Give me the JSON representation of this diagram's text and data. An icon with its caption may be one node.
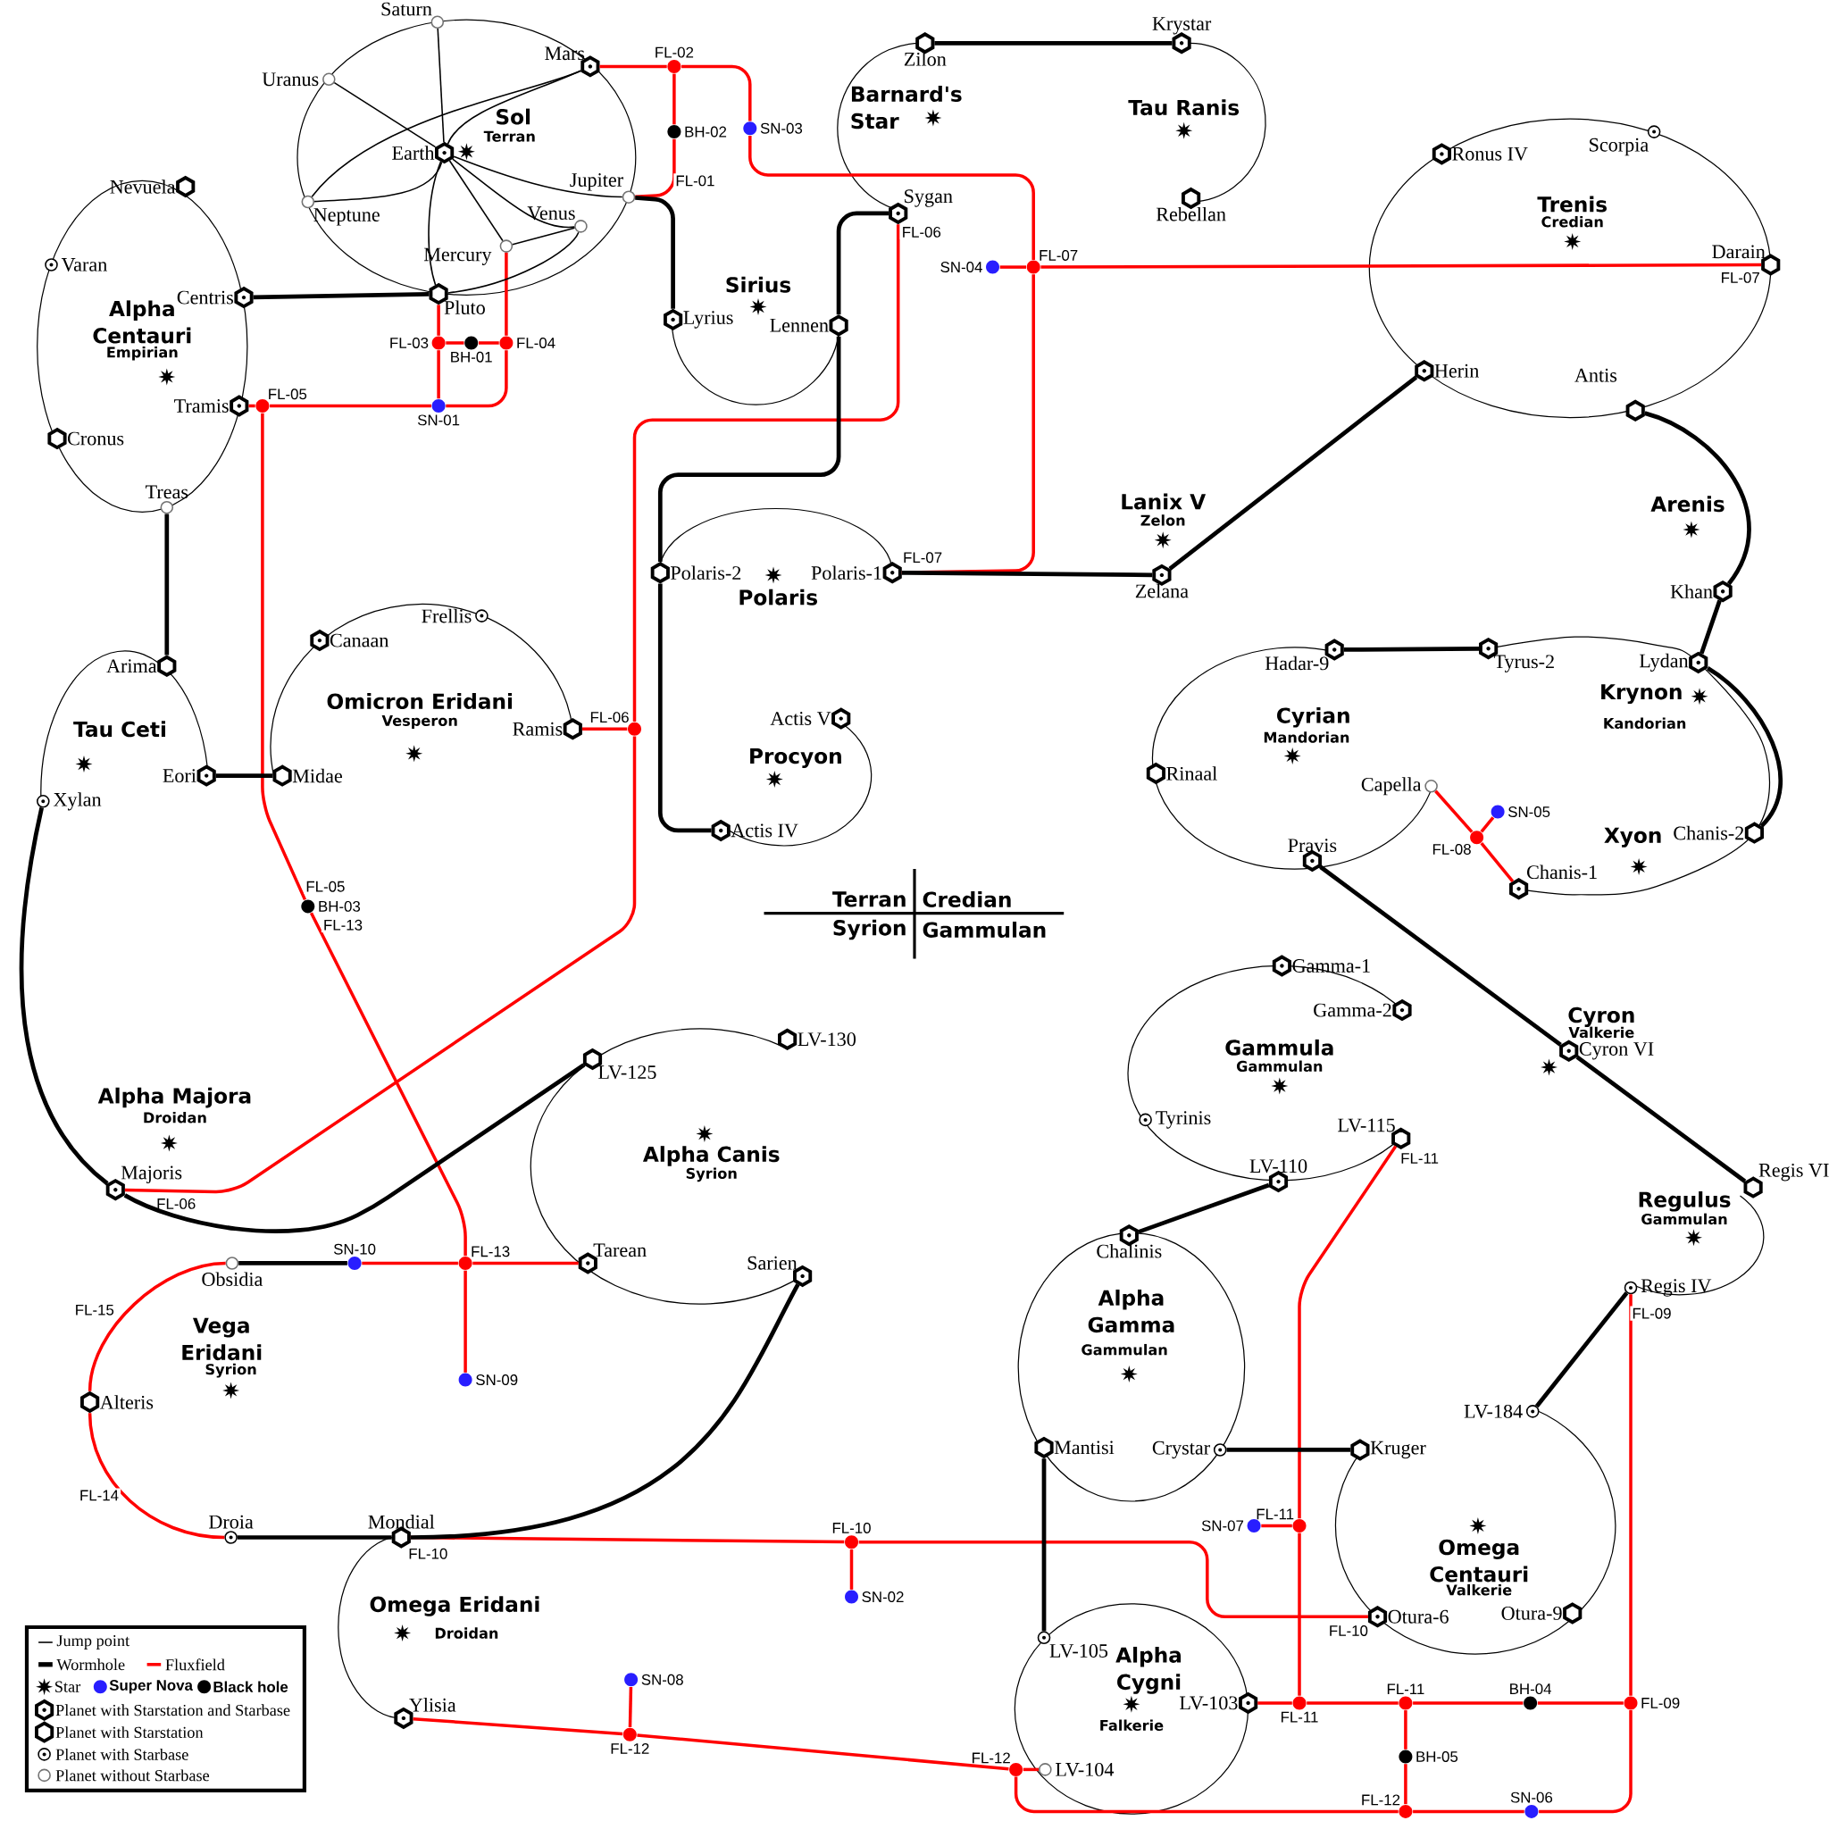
{
  "diagram": {
    "nodes": [
      {
        "text": [
          "Sol",
          "Terran"
        ]
      },
      {
        "text": [
          "Barnard's Star"
        ]
      },
      {
        "text": [
          "Tau Ranis"
        ]
      },
      {
        "text": [
          "Trenis",
          "Credian"
        ]
      },
      {
        "text": [
          "Alpha Centauri",
          "Empirian"
        ]
      },
      {
        "text": [
          "Sirius"
        ]
      },
      {
        "text": [
          "Lanix V",
          "Zelon"
        ]
      },
      {
        "text": [
          "Arenis"
        ]
      },
      {
        "text": [
          "Polaris"
        ]
      },
      {
        "text": [
          "Tau Ceti"
        ]
      },
      {
        "text": [
          "Omicron Eridani",
          "Vesperon"
        ]
      },
      {
        "text": [
          "Procyon"
        ]
      },
      {
        "text": [
          "Cyrian",
          "Mandorian"
        ]
      },
      {
        "text": [
          "Krynon",
          "Kandorian"
        ]
      },
      {
        "text": [
          "Xyon"
        ]
      },
      {
        "text": [
          "Alpha Majora",
          "Droidan"
        ]
      },
      {
        "text": [
          "Alpha Canis",
          "Syrion"
        ]
      },
      {
        "text": [
          "Gammula",
          "Gammulan"
        ]
      },
      {
        "text": [
          "Cyron",
          "Valkerie"
        ]
      },
      {
        "text": [
          "Regulus",
          "Gammulan"
        ]
      },
      {
        "text": [
          "Vega Eridani",
          "Syrion"
        ]
      },
      {
        "text": [
          "Alpha Gamma",
          "Gammulan"
        ]
      },
      {
        "text": [
          "Omega Centauri",
          "Valkerie"
        ]
      },
      {
        "text": [
          "Omega Eridani",
          "Droidan"
        ]
      },
      {
        "text": [
          "Alpha Cygni",
          "Falkerie"
        ]
      },
      {
        "text": [],
        "shape": "circle",
        "beside": [
          "Saturn"
        ]
      },
      {
        "text": [],
        "shape": "circle",
        "beside": [
          "Uranus"
        ]
      },
      {
        "text": [],
        "shape": "hexagon",
        "beside": [
          "Mars"
        ]
      },
      {
        "text": [],
        "shape": "hexagon",
        "beside": [
          "Earth"
        ]
      },
      {
        "text": [],
        "shape": "circle",
        "beside": [
          "Neptune"
        ]
      },
      {
        "text": [],
        "shape": "circle",
        "beside": [
          "Jupiter"
        ]
      },
      {
        "text": [],
        "shape": "circle",
        "beside": [
          "Venus"
        ]
      },
      {
        "text": [],
        "shape": "circle",
        "beside": [
          "Mercury"
        ]
      },
      {
        "text": [],
        "shape": "hexagon",
        "beside": [
          "Pluto"
        ]
      },
      {
        "text": [],
        "shape": "hexagon",
        "beside": [
          "Nevuela"
        ]
      },
      {
        "text": [],
        "shape": "circle",
        "beside": [
          "Varan"
        ]
      },
      {
        "text": [],
        "shape": "hexagon",
        "beside": [
          "Centris"
        ]
      },
      {
        "text": [],
        "shape": "hexagon",
        "beside": [
          "Tramis"
        ]
      },
      {
        "text": [],
        "shape": "hexagon",
        "beside": [
          "Cronus"
        ]
      },
      {
        "text": [],
        "shape": "circle",
        "beside": [
          "Treas"
        ]
      },
      {
        "text": [],
        "shape": "hexagon",
        "beside": [
          "Zilon"
        ]
      },
      {
        "text": [],
        "shape": "hexagon",
        "beside": [
          "Sygan"
        ]
      },
      {
        "text": [],
        "shape": "hexagon",
        "beside": [
          "Krystar"
        ]
      },
      {
        "text": [],
        "shape": "hexagon",
        "beside": [
          "Rebellan"
        ]
      },
      {
        "text": [],
        "shape": "hexagon",
        "beside": [
          "Lyrius"
        ]
      },
      {
        "text": [],
        "shape": "hexagon",
        "beside": [
          "Lennen"
        ]
      },
      {
        "text": [],
        "shape": "hexagon",
        "beside": [
          "Ronus IV"
        ]
      },
      {
        "text": [],
        "shape": "circle",
        "beside": [
          "Scorpia"
        ]
      },
      {
        "text": [],
        "shape": "hexagon",
        "beside": [
          "Darain"
        ]
      },
      {
        "text": [],
        "shape": "hexagon",
        "beside": [
          "Herin"
        ]
      },
      {
        "text": [],
        "shape": "hexagon",
        "beside": [
          "Antis"
        ]
      },
      {
        "text": [],
        "shape": "hexagon",
        "beside": [
          "Zelana"
        ]
      },
      {
        "text": [],
        "shape": "hexagon",
        "beside": [
          "Khan"
        ]
      },
      {
        "text": [],
        "shape": "hexagon",
        "beside": [
          "Polaris-2"
        ]
      },
      {
        "text": [],
        "shape": "hexagon",
        "beside": [
          "Polaris-1"
        ]
      },
      {
        "text": [],
        "shape": "hexagon",
        "beside": [
          "Arima"
        ]
      },
      {
        "text": [],
        "shape": "hexagon",
        "beside": [
          "Eori"
        ]
      },
      {
        "text": [],
        "shape": "circle",
        "beside": [
          "Xylan"
        ]
      },
      {
        "text": [],
        "shape": "hexagon",
        "beside": [
          "Canaan"
        ]
      },
      {
        "text": [],
        "shape": "circle",
        "beside": [
          "Frellis"
        ]
      },
      {
        "text": [],
        "shape": "hexagon",
        "beside": [
          "Ramis"
        ]
      },
      {
        "text": [],
        "shape": "hexagon",
        "beside": [
          "Midae"
        ]
      },
      {
        "text": [],
        "shape": "hexagon",
        "beside": [
          "Actis V"
        ]
      },
      {
        "text": [],
        "shape": "hexagon",
        "beside": [
          "Actis IV"
        ]
      },
      {
        "text": [],
        "shape": "hexagon",
        "beside": [
          "Hadar-9"
        ]
      },
      {
        "text": [],
        "shape": "hexagon",
        "beside": [
          "Tyrus-2"
        ]
      },
      {
        "text": [],
        "shape": "hexagon",
        "beside": [
          "Rinaal"
        ]
      },
      {
        "text": [],
        "shape": "circle",
        "beside": [
          "Capella"
        ]
      },
      {
        "text": [],
        "shape": "hexagon",
        "beside": [
          "Pravis"
        ]
      },
      {
        "text": [],
        "shape": "hexagon",
        "beside": [
          "Lydan"
        ]
      },
      {
        "text": [],
        "shape": "hexagon",
        "beside": [
          "Chanis-2"
        ]
      },
      {
        "text": [],
        "shape": "hexagon",
        "beside": [
          "Chanis-1"
        ]
      },
      {
        "text": [],
        "shape": "hexagon",
        "beside": [
          "Gamma-1"
        ]
      },
      {
        "text": [],
        "shape": "hexagon",
        "beside": [
          "Gamma-2"
        ]
      },
      {
        "text": [],
        "shape": "circle",
        "beside": [
          "Tyrinis"
        ]
      },
      {
        "text": [],
        "shape": "hexagon",
        "beside": [
          "LV-110"
        ]
      },
      {
        "text": [],
        "shape": "hexagon",
        "beside": [
          "LV-115"
        ]
      },
      {
        "text": [],
        "shape": "hexagon",
        "beside": [
          "Cyron VI"
        ]
      },
      {
        "text": [],
        "shape": "hexagon",
        "beside": [
          "Regis VI"
        ]
      },
      {
        "text": [],
        "shape": "circle",
        "beside": [
          "Regis IV"
        ]
      },
      {
        "text": [],
        "shape": "hexagon",
        "beside": [
          "Majoris"
        ]
      },
      {
        "text": [],
        "shape": "hexagon",
        "beside": [
          "LV-125"
        ]
      },
      {
        "text": [],
        "shape": "hexagon",
        "beside": [
          "LV-130"
        ]
      },
      {
        "text": [],
        "shape": "hexagon",
        "beside": [
          "Tarean"
        ]
      },
      {
        "text": [],
        "shape": "hexagon",
        "beside": [
          "Sarien"
        ]
      },
      {
        "text": [],
        "shape": "circle",
        "beside": [
          "Obsidia"
        ]
      },
      {
        "text": [],
        "shape": "hexagon",
        "beside": [
          "Alteris"
        ]
      },
      {
        "text": [],
        "shape": "circle",
        "beside": [
          "Droia"
        ]
      },
      {
        "text": [],
        "shape": "hexagon",
        "beside": [
          "Mondial"
        ]
      },
      {
        "text": [],
        "shape": "hexagon",
        "beside": [
          "Ylisia"
        ]
      },
      {
        "text": [],
        "shape": "hexagon",
        "beside": [
          "Chalinis"
        ]
      },
      {
        "text": [],
        "shape": "hexagon",
        "beside": [
          "Mantisi"
        ]
      },
      {
        "text": [],
        "shape": "circle",
        "beside": [
          "Crystar"
        ]
      },
      {
        "text": [],
        "shape": "hexagon",
        "beside": [
          "Kruger"
        ]
      },
      {
        "text": [],
        "shape": "circle",
        "beside": [
          "LV-184"
        ]
      },
      {
        "text": [],
        "shape": "hexagon",
        "beside": [
          "Otura-6"
        ]
      },
      {
        "text": [],
        "shape": "hexagon",
        "beside": [
          "Otura-9"
        ]
      },
      {
        "text": [],
        "shape": "circle",
        "beside": [
          "LV-105"
        ]
      },
      {
        "text": [],
        "shape": "hexagon",
        "beside": [
          "LV-103"
        ]
      },
      {
        "text": [],
        "shape": "circle",
        "beside": [
          "LV-104"
        ]
      },
      {
        "text": [],
        "shape": "circle",
        "beside": [
          "SN-03"
        ]
      },
      {
        "text": [],
        "shape": "circle",
        "beside": [
          "BH-02"
        ]
      },
      {
        "text": [],
        "shape": "circle",
        "beside": [
          "BH-01"
        ]
      },
      {
        "text": [],
        "shape": "circle",
        "beside": [
          "SN-01"
        ]
      },
      {
        "text": [],
        "shape": "circle",
        "beside": [
          "SN-04"
        ]
      },
      {
        "text": [],
        "shape": "circle",
        "beside": [
          "BH-03"
        ]
      },
      {
        "text": [],
        "shape": "circle",
        "beside": [
          "SN-05"
        ]
      },
      {
        "text": [],
        "shape": "circle",
        "beside": [
          "SN-10"
        ]
      },
      {
        "text": [],
        "shape": "circle",
        "beside": [
          "SN-09"
        ]
      },
      {
        "text": [],
        "shape": "circle",
        "beside": [
          "SN-02"
        ]
      },
      {
        "text": [],
        "shape": "circle",
        "beside": [
          "SN-08"
        ]
      },
      {
        "text": [],
        "shape": "circle",
        "beside": [
          "SN-07"
        ]
      },
      {
        "text": [],
        "shape": "circle",
        "beside": [
          "BH-04"
        ]
      },
      {
        "text": [],
        "shape": "circle",
        "beside": [
          "BH-05"
        ]
      },
      {
        "text": [],
        "shape": "circle",
        "beside": [
          "SN-06"
        ]
      },
      {
        "text": [],
        "shape": "circle",
        "beside": [
          "FL-02"
        ]
      },
      {
        "text": [],
        "shape": "circle",
        "beside": [
          "FL-03"
        ]
      },
      {
        "text": [],
        "shape": "circle",
        "beside": [
          "FL-04"
        ]
      },
      {
        "text": [],
        "shape": "circle",
        "beside": [
          "FL-05"
        ]
      },
      {
        "text": [],
        "shape": "circle",
        "beside": [
          "FL-07"
        ]
      },
      {
        "text": [],
        "shape": "circle",
        "beside": [
          "FL-06"
        ]
      },
      {
        "text": [],
        "shape": "circle",
        "beside": [
          "FL-08"
        ]
      },
      {
        "text": [],
        "shape": "circle",
        "beside": [
          "FL-13"
        ]
      },
      {
        "text": [],
        "shape": "circle",
        "beside": [
          "FL-10"
        ]
      },
      {
        "text": [],
        "shape": "circle",
        "beside": [
          "FL-11"
        ]
      },
      {
        "text": [],
        "shape": "circle",
        "beside": [
          "FL-11"
        ]
      },
      {
        "text": [],
        "shape": "circle",
        "beside": [
          "FL-11"
        ]
      },
      {
        "text": [],
        "shape": "circle",
        "beside": [
          "FL-09"
        ]
      },
      {
        "text": [],
        "shape": "circle",
        "beside": [
          "FL-12"
        ]
      },
      {
        "text": [],
        "shape": "circle",
        "beside": [
          "FL-12"
        ]
      },
      {
        "text": [],
        "shape": "circle",
        "beside": [
          "FL-12"
        ]
      }
    ],
    "edges": [
      {
        "from": 27,
        "to": 115,
        "arrow": "none"
      },
      {
        "from": 115,
        "to": 100,
        "arrow": "none"
      },
      {
        "from": 115,
        "to": 101,
        "arrow": "none"
      },
      {
        "from": 101,
        "to": 30,
        "arrow": "none",
        "label": "FL-01"
      },
      {
        "from": 100,
        "to": 119,
        "arrow": "none"
      },
      {
        "from": 104,
        "to": 119,
        "arrow": "none"
      },
      {
        "from": 119,
        "to": 48,
        "arrow": "none",
        "label": "FL-07"
      },
      {
        "from": 119,
        "to": 54,
        "arrow": "none",
        "label": "FL-07"
      },
      {
        "from": 33,
        "to": 116,
        "arrow": "none"
      },
      {
        "from": 116,
        "to": 102,
        "arrow": "none"
      },
      {
        "from": 102,
        "to": 117,
        "arrow": "none"
      },
      {
        "from": 116,
        "to": 103,
        "arrow": "none"
      },
      {
        "from": 32,
        "to": 117,
        "arrow": "none"
      },
      {
        "from": 117,
        "to": 103,
        "arrow": "none"
      },
      {
        "from": 37,
        "to": 118,
        "arrow": "none"
      },
      {
        "from": 118,
        "to": 103,
        "arrow": "none"
      },
      {
        "from": 118,
        "to": 105,
        "arrow": "none",
        "label": "FL-05"
      },
      {
        "from": 105,
        "to": 122,
        "arrow": "none",
        "label": "FL-13"
      },
      {
        "from": 41,
        "to": 120,
        "arrow": "none",
        "label": "FL-06"
      },
      {
        "from": 60,
        "to": 120,
        "arrow": "none"
      },
      {
        "from": 120,
        "to": 80,
        "arrow": "none",
        "label": "FL-06"
      },
      {
        "from": 67,
        "to": 121,
        "arrow": "none"
      },
      {
        "from": 106,
        "to": 121,
        "arrow": "none"
      },
      {
        "from": 121,
        "to": 71,
        "arrow": "none"
      },
      {
        "from": 107,
        "to": 122,
        "arrow": "none"
      },
      {
        "from": 122,
        "to": 83,
        "arrow": "none"
      },
      {
        "from": 122,
        "to": 108,
        "arrow": "none"
      },
      {
        "from": 85,
        "to": 86,
        "arrow": "none",
        "label": "FL-15"
      },
      {
        "from": 86,
        "to": 87,
        "arrow": "none",
        "label": "FL-14"
      },
      {
        "from": 88,
        "to": 123,
        "arrow": "none",
        "label": "FL-10"
      },
      {
        "from": 123,
        "to": 109,
        "arrow": "none"
      },
      {
        "from": 123,
        "to": 95,
        "arrow": "none",
        "label": "FL-10"
      },
      {
        "from": 76,
        "to": 124,
        "arrow": "none",
        "label": "FL-11"
      },
      {
        "from": 111,
        "to": 124,
        "arrow": "none"
      },
      {
        "from": 124,
        "to": 125,
        "arrow": "none"
      },
      {
        "from": 98,
        "to": 125,
        "arrow": "none"
      },
      {
        "from": 125,
        "to": 126,
        "arrow": "none"
      },
      {
        "from": 126,
        "to": 112,
        "arrow": "none"
      },
      {
        "from": 112,
        "to": 127,
        "arrow": "none"
      },
      {
        "from": 79,
        "to": 127,
        "arrow": "none",
        "label": "FL-09"
      },
      {
        "from": 126,
        "to": 113,
        "arrow": "none"
      },
      {
        "from": 113,
        "to": 130,
        "arrow": "none"
      },
      {
        "from": 127,
        "to": 114,
        "arrow": "none"
      },
      {
        "from": 114,
        "to": 130,
        "arrow": "none"
      },
      {
        "from": 130,
        "to": 129,
        "arrow": "none"
      },
      {
        "from": 129,
        "to": 99,
        "arrow": "none"
      },
      {
        "from": 128,
        "to": 129,
        "arrow": "none"
      },
      {
        "from": 89,
        "to": 128,
        "arrow": "none"
      },
      {
        "from": 110,
        "to": 128,
        "arrow": "none"
      },
      {
        "from": 30,
        "to": 44,
        "arrow": "none",
        "color": "#000000"
      },
      {
        "from": 40,
        "to": 42,
        "arrow": "none",
        "color": "#000000"
      },
      {
        "from": 36,
        "to": 33,
        "arrow": "none",
        "color": "#000000"
      },
      {
        "from": 41,
        "to": 45,
        "arrow": "none",
        "color": "#000000"
      },
      {
        "from": 45,
        "to": 53,
        "arrow": "none",
        "color": "#000000"
      },
      {
        "from": 53,
        "to": 63,
        "arrow": "none",
        "color": "#000000"
      },
      {
        "from": 54,
        "to": 51,
        "arrow": "none",
        "color": "#000000"
      },
      {
        "from": 51,
        "to": 49,
        "arrow": "none",
        "color": "#000000"
      },
      {
        "from": 50,
        "to": 52,
        "arrow": "none",
        "color": "#000000"
      },
      {
        "from": 52,
        "to": 69,
        "arrow": "none",
        "color": "#000000"
      },
      {
        "from": 69,
        "to": 70,
        "arrow": "none",
        "color": "#000000"
      },
      {
        "from": 64,
        "to": 65,
        "arrow": "none",
        "color": "#000000"
      },
      {
        "from": 68,
        "to": 77,
        "arrow": "none",
        "color": "#000000"
      },
      {
        "from": 77,
        "to": 78,
        "arrow": "none",
        "color": "#000000"
      },
      {
        "from": 39,
        "to": 55,
        "arrow": "none",
        "color": "#000000"
      },
      {
        "from": 56,
        "to": 61,
        "arrow": "none",
        "color": "#000000"
      },
      {
        "from": 57,
        "to": 80,
        "arrow": "none",
        "color": "#000000"
      },
      {
        "from": 80,
        "to": 81,
        "arrow": "none",
        "color": "#000000"
      },
      {
        "from": 85,
        "to": 107,
        "arrow": "none",
        "color": "#000000"
      },
      {
        "from": 87,
        "to": 88,
        "arrow": "none",
        "color": "#000000"
      },
      {
        "from": 88,
        "to": 84,
        "arrow": "none",
        "color": "#000000"
      },
      {
        "from": 75,
        "to": 90,
        "arrow": "none",
        "color": "#000000"
      },
      {
        "from": 91,
        "to": 97,
        "arrow": "none",
        "color": "#000000"
      },
      {
        "from": 92,
        "to": 93,
        "arrow": "none",
        "color": "#000000"
      },
      {
        "from": 79,
        "to": 94,
        "arrow": "none",
        "color": "#000000"
      },
      {
        "from": 28,
        "to": 25,
        "arrow": "none",
        "color": "#000000"
      },
      {
        "from": 28,
        "to": 26,
        "arrow": "none",
        "color": "#000000"
      },
      {
        "from": 28,
        "to": 27,
        "arrow": "none",
        "color": "#000000"
      },
      {
        "from": 28,
        "to": 29,
        "arrow": "none",
        "color": "#000000"
      },
      {
        "from": 28,
        "to": 30,
        "arrow": "none",
        "color": "#000000"
      },
      {
        "from": 28,
        "to": 31,
        "arrow": "none",
        "color": "#000000"
      },
      {
        "from": 28,
        "to": 32,
        "arrow": "none",
        "color": "#000000"
      },
      {
        "from": 28,
        "to": 33,
        "arrow": "none",
        "color": "#000000"
      },
      {
        "from": 27,
        "to": 29,
        "arrow": "none",
        "color": "#000000"
      },
      {
        "from": 32,
        "to": 31,
        "arrow": "none",
        "color": "#000000"
      },
      {
        "from": 33,
        "to": 31,
        "arrow": "none",
        "color": "#000000"
      }
    ],
    "labels": [
      "Terran",
      "Credian",
      "Syrion",
      "Gammulan"
    ],
    "legend": [
      {
        "text": "Jump point"
      },
      {
        "text": "Wormhole"
      },
      {
        "text": "Fluxfield"
      },
      {
        "text": "Star"
      },
      {
        "text": "Super Nova"
      },
      {
        "text": "Black hole"
      },
      {
        "text": "Planet with Starstation and Starbase"
      },
      {
        "text": "Planet with Starstation"
      },
      {
        "text": "Planet with Starbase"
      },
      {
        "text": "Planet without Starbase"
      }
    ]
  }
}
